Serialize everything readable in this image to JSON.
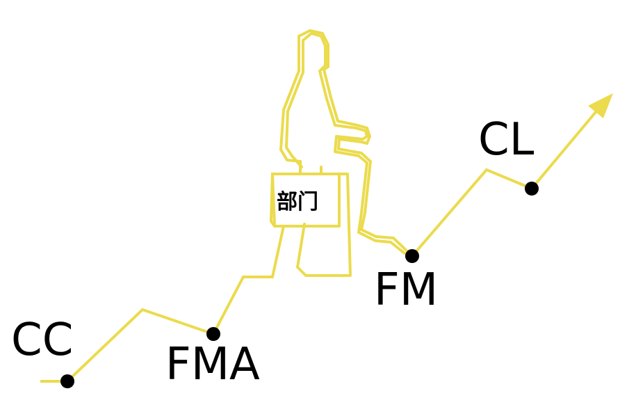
{
  "colors": {
    "line": "#ebdb4d",
    "dot": "#000000",
    "text": "#000000",
    "background": "#ffffff"
  },
  "stages": [
    {
      "id": "cc",
      "label": "CC"
    },
    {
      "id": "fma",
      "label": "FMA"
    },
    {
      "id": "fm",
      "label": "FM"
    },
    {
      "id": "cl",
      "label": "CL"
    }
  ],
  "department": {
    "label": "部门"
  },
  "icons": {
    "person": "walking-person-outline-icon",
    "arrow": "arrow-head-icon"
  }
}
